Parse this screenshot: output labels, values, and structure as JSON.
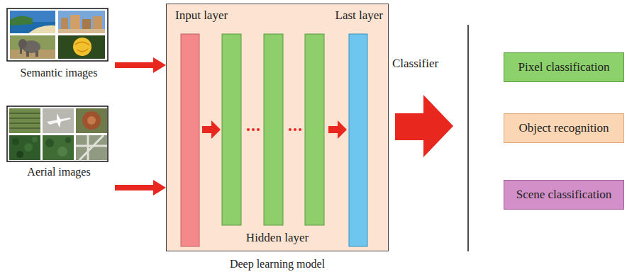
{
  "diagram": {
    "nodes": [
      {
        "text": [
          "Semantic images"
        ]
      },
      {
        "text": [
          "Aerial images"
        ]
      },
      {
        "text": [
          "Deep learning model"
        ]
      },
      {
        "text": [
          "Pixel classification"
        ]
      },
      {
        "text": [
          "Object recognition"
        ]
      },
      {
        "text": [
          "Scene classification"
        ]
      }
    ],
    "edges": [
      {
        "from": 0,
        "to": 2,
        "arrow": "to"
      },
      {
        "from": 1,
        "to": 2,
        "arrow": "to"
      }
    ],
    "labels": [
      "Input layer",
      "Last layer",
      "Hidden layer",
      "Classifier"
    ]
  }
}
